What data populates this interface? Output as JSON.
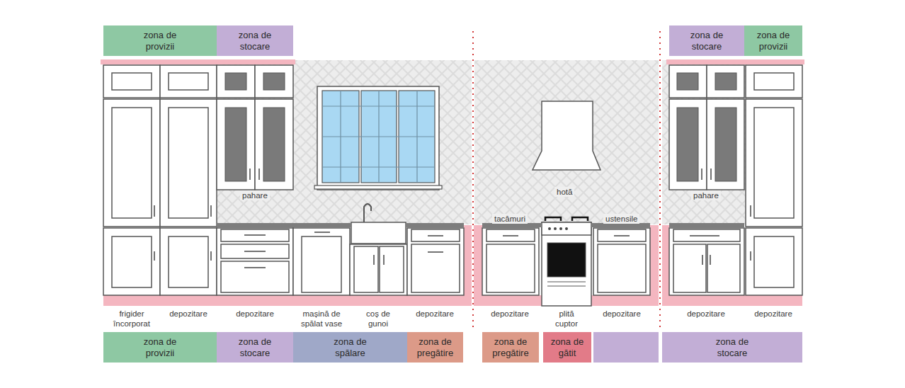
{
  "diagram": {
    "nodes": [
      {
        "text": [
          "zona de provizii"
        ]
      },
      {
        "text": [
          "zona de stocare"
        ]
      },
      {
        "text": [
          "zona de stocare"
        ]
      },
      {
        "text": [
          "zona de provizii"
        ]
      },
      {
        "text": [
          "zona de provizii"
        ]
      },
      {
        "text": [
          "zona de stocare"
        ]
      },
      {
        "text": [
          "zona de spălare"
        ]
      },
      {
        "text": [
          "zona de pregătire"
        ]
      },
      {
        "text": [
          "zona de pregătire"
        ]
      },
      {
        "text": [
          "zona de gătit"
        ]
      },
      {
        "text": [
          "zona de stocare"
        ]
      }
    ],
    "labels": [
      "pahare",
      "hotă",
      "tacâmuri",
      "ustensile",
      "pahare",
      "frigider încorporat",
      "depozitare",
      "depozitare",
      "mașină de spălat vase",
      "coș de gunoi",
      "depozitare",
      "depozitare",
      "plită cuptor",
      "depozitare",
      "depozitare",
      "depozitare"
    ]
  }
}
